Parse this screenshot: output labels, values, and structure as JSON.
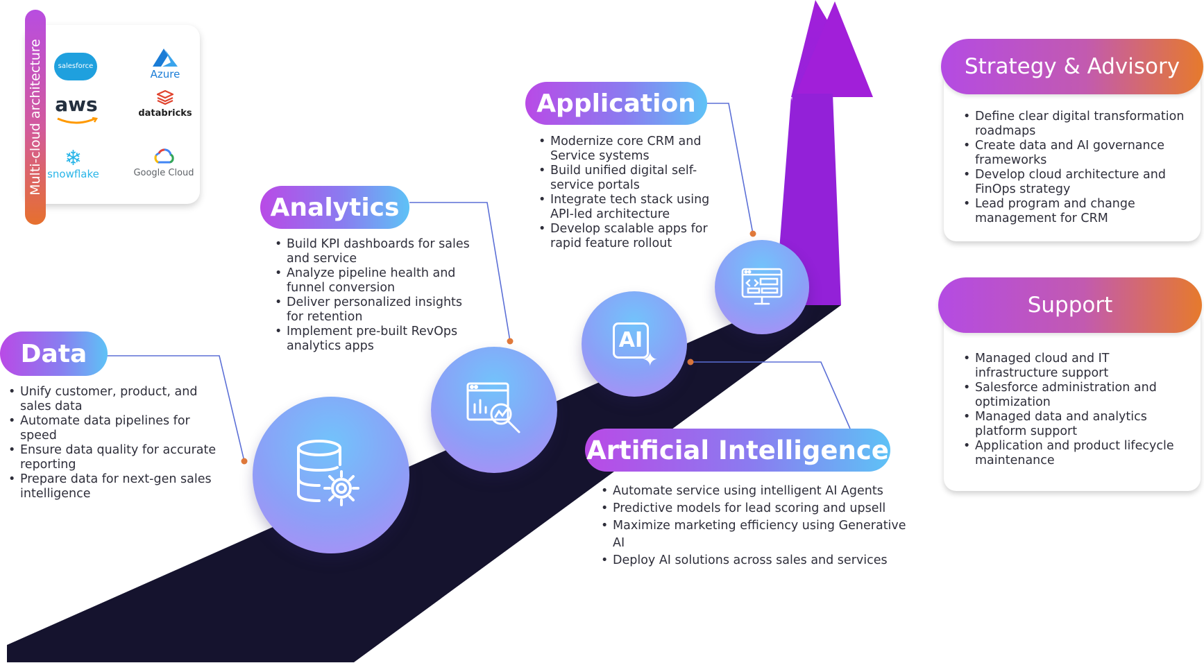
{
  "multi_cloud": {
    "label": "Multi-cloud architecture",
    "logos": {
      "salesforce": "salesforce",
      "azure": "Azure",
      "aws": "aws",
      "databricks": "databricks",
      "snowflake": "snowflake",
      "google_cloud": "Google Cloud"
    }
  },
  "data_stage": {
    "title": "Data",
    "items": [
      "Unify customer, product, and sales data",
      "Automate data pipelines for speed",
      "Ensure data quality for accurate reporting",
      "Prepare data for next-gen sales intelligence"
    ],
    "icon": "database-gear-icon"
  },
  "analytics_stage": {
    "title": "Analytics",
    "items": [
      "Build KPI dashboards for sales and service",
      "Analyze pipeline health and funnel conversion",
      "Deliver personalized insights for retention",
      "Implement pre-built RevOps analytics apps"
    ],
    "icon": "analytics-magnifier-icon"
  },
  "application_stage": {
    "title": "Application",
    "items": [
      "Modernize core CRM and Service systems",
      "Build unified digital self-service portals",
      "Integrate tech stack using API-led architecture",
      "Develop scalable apps for rapid feature rollout"
    ],
    "icon": "code-monitor-icon"
  },
  "ai_stage": {
    "title": "Artificial Intelligence",
    "items": [
      "Automate service using intelligent AI Agents",
      "Predictive models for lead scoring and upsell",
      "Maximize marketing efficiency using Generative AI",
      "Deploy AI solutions across sales and services"
    ],
    "icon": "ai-sparkle-icon",
    "icon_text": "AI"
  },
  "strategy": {
    "title": "Strategy & Advisory",
    "items": [
      "Define clear digital transformation roadmaps",
      "Create data and AI governance frameworks",
      "Develop cloud architecture and FinOps strategy",
      "Lead program and change management for CRM"
    ]
  },
  "support": {
    "title": "Support",
    "items": [
      "Managed cloud and IT infrastructure support",
      "Salesforce administration and optimization",
      "Managed data and analytics platform support",
      "Application and product lifecycle maintenance"
    ]
  },
  "colors": {
    "road": "#15132e",
    "arrow": "#9d22d8",
    "connector": "#5b6fd6",
    "dot": "#e0793a",
    "pill_left": "#b94ae6",
    "pill_right": "#5ec2f6",
    "orange": "#e6702e"
  }
}
